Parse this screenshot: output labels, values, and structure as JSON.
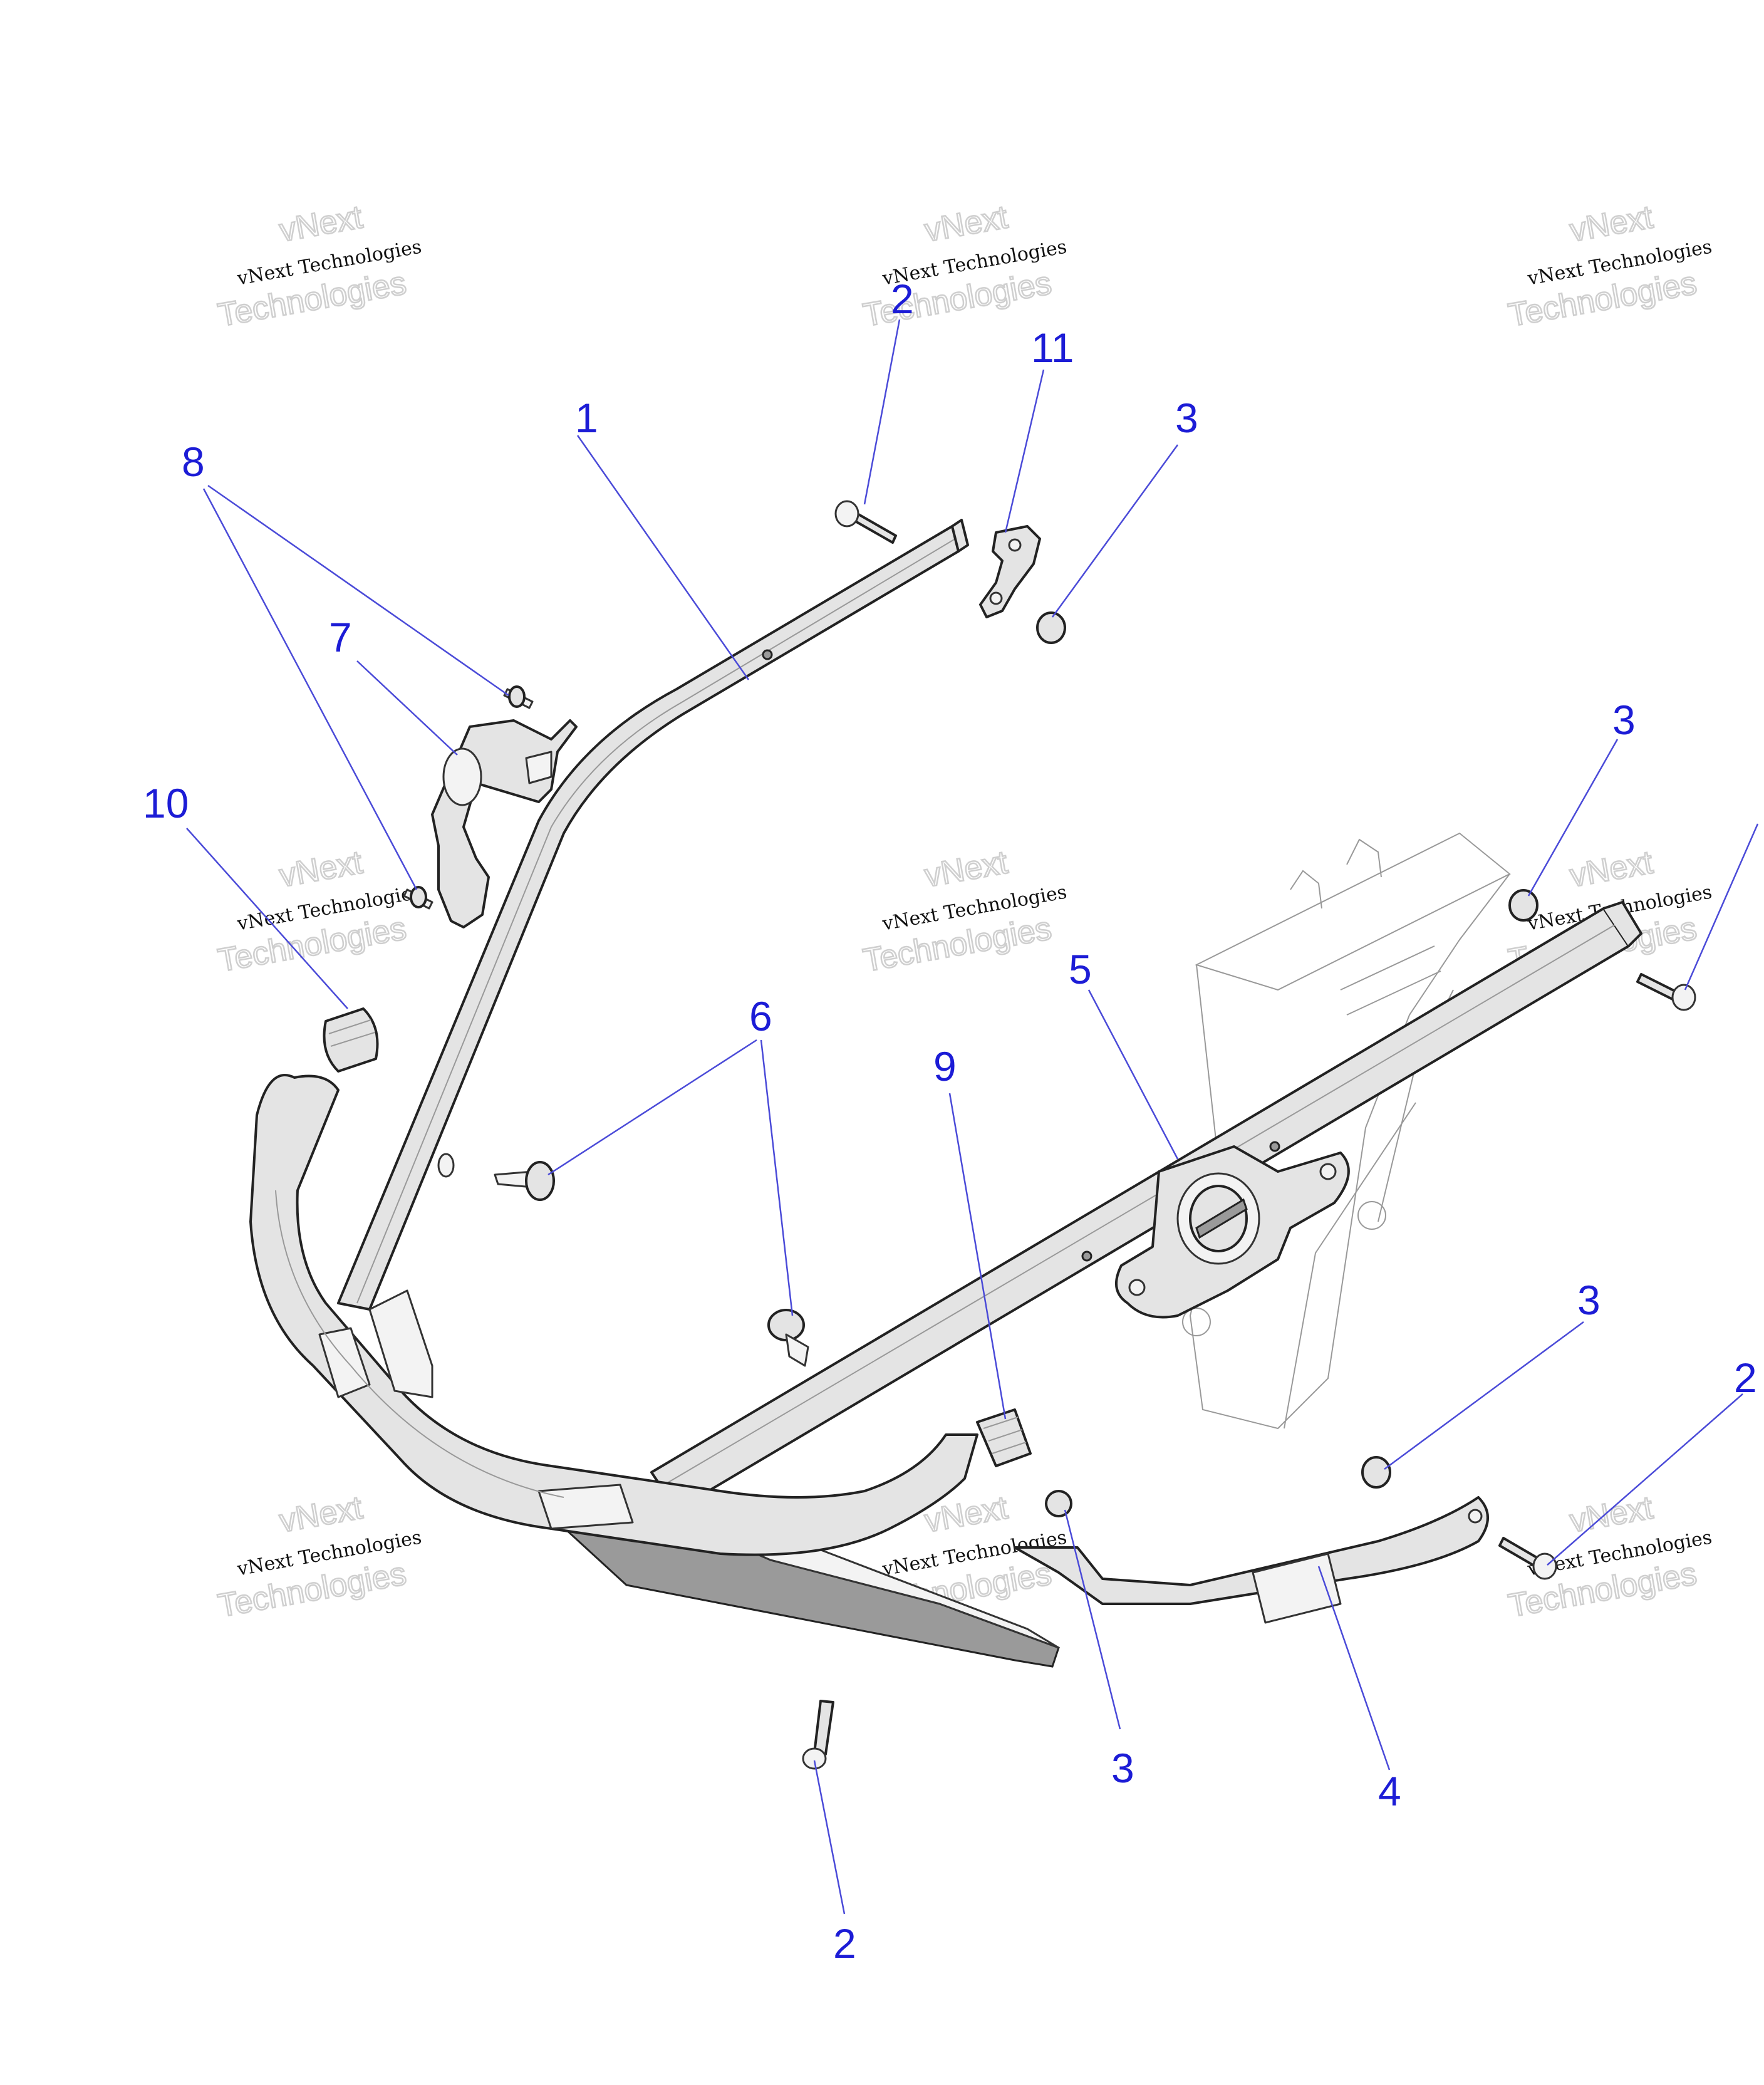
{
  "watermark": {
    "line1": "vNext",
    "line2": "vNext Technologies",
    "line3": "Technologies"
  },
  "callouts": [
    {
      "id": "c1",
      "label": "1"
    },
    {
      "id": "c2a",
      "label": "2"
    },
    {
      "id": "c2b",
      "label": "2"
    },
    {
      "id": "c2c",
      "label": "2"
    },
    {
      "id": "c3a",
      "label": "3"
    },
    {
      "id": "c3b",
      "label": "3"
    },
    {
      "id": "c3c",
      "label": "3"
    },
    {
      "id": "c3d",
      "label": "3"
    },
    {
      "id": "c4",
      "label": "4"
    },
    {
      "id": "c5",
      "label": "5"
    },
    {
      "id": "c6",
      "label": "6"
    },
    {
      "id": "c7",
      "label": "7"
    },
    {
      "id": "c8",
      "label": "8"
    },
    {
      "id": "c9",
      "label": "9"
    },
    {
      "id": "c10",
      "label": "10"
    },
    {
      "id": "c11",
      "label": "11"
    }
  ],
  "colors": {
    "callout": "#1c1cd6",
    "leader": "#4a4ad8",
    "part_fill": "#e4e4e4",
    "outline": "#222222"
  }
}
